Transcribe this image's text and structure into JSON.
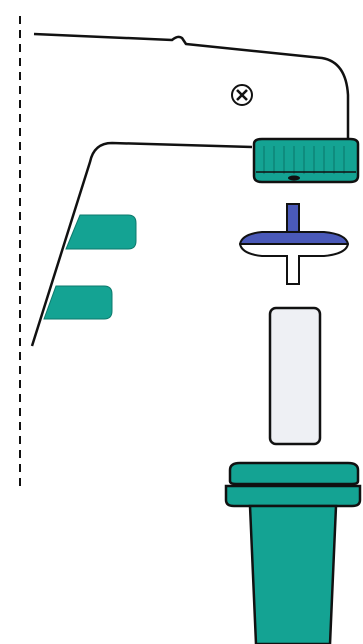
{
  "diagram": {
    "colors": {
      "outline": "#111111",
      "teal": "#14a393",
      "teal_light": "#3ebfb0",
      "blue": "#4a59b8",
      "white": "#ffffff",
      "filter_fill": "#eef0f4",
      "screw_fill": "#ffffff"
    },
    "parts": [
      {
        "id": "pipette-body",
        "icon": "pipette-body-icon"
      },
      {
        "id": "screw",
        "icon": "screw-icon"
      },
      {
        "id": "cap-nut",
        "icon": "cap-nut-icon"
      },
      {
        "id": "valve",
        "icon": "valve-icon"
      },
      {
        "id": "filter",
        "icon": "filter-icon"
      },
      {
        "id": "nose-cone",
        "icon": "nose-cone-icon"
      },
      {
        "id": "trigger-buttons",
        "icon": "trigger-buttons-icon"
      }
    ]
  }
}
